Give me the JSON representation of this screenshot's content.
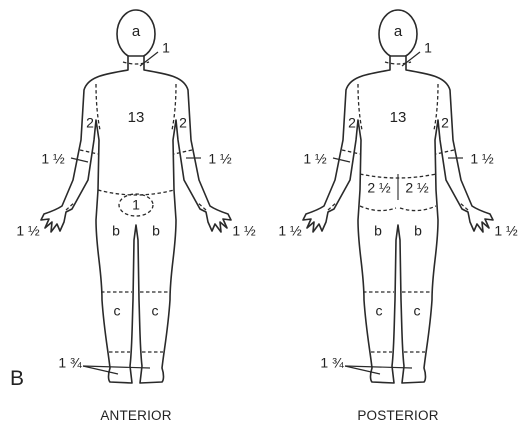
{
  "panel_letter": "B",
  "views": [
    {
      "title": "ANTERIOR",
      "labels": {
        "head": "a",
        "neck": "1",
        "trunk": "13",
        "upper_arm_left": "2",
        "upper_arm_right": "2",
        "forearm_left": "1 ½",
        "forearm_right": "1 ½",
        "hand_left": "1 ½",
        "hand_right": "1 ½",
        "genitalia": "1",
        "thigh_left": "b",
        "thigh_right": "b",
        "leg_left": "c",
        "leg_right": "c",
        "foot": "1 ¾"
      }
    },
    {
      "title": "POSTERIOR",
      "labels": {
        "head": "a",
        "neck": "1",
        "trunk": "13",
        "upper_arm_left": "2",
        "upper_arm_right": "2",
        "forearm_left": "1 ½",
        "forearm_right": "1 ½",
        "hand_left": "1 ½",
        "hand_right": "1 ½",
        "buttock_left": "2 ½",
        "buttock_right": "2 ½",
        "thigh_left": "b",
        "thigh_right": "b",
        "leg_left": "c",
        "leg_right": "c",
        "foot": "1 ¾"
      }
    }
  ]
}
